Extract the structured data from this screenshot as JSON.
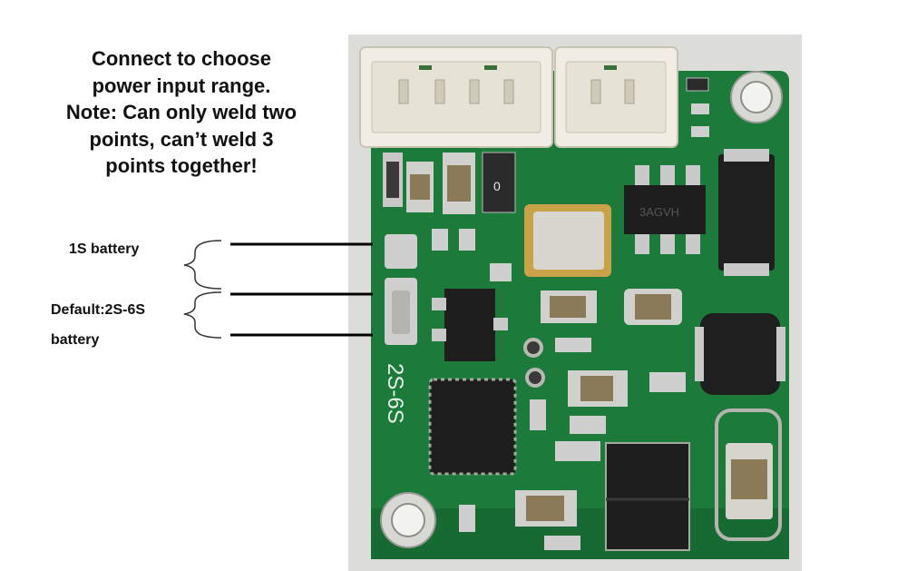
{
  "caption": {
    "lines": [
      "Connect to choose",
      "power input range.",
      "Note: Can only weld two",
      "points, can’t weld 3",
      "points together!"
    ]
  },
  "labels": {
    "one_s": "1S battery",
    "default_line1": "Default:2S-6S",
    "default_line2": "battery"
  },
  "board": {
    "silkscreen": "2S-6S",
    "cap_marking": "0",
    "chip_marking": "3AGVH",
    "colors": {
      "pcb": "#1c7a3a",
      "background": "#dcdcd8",
      "connector": "#f1ede4",
      "pad": "#cfcfcf"
    }
  }
}
